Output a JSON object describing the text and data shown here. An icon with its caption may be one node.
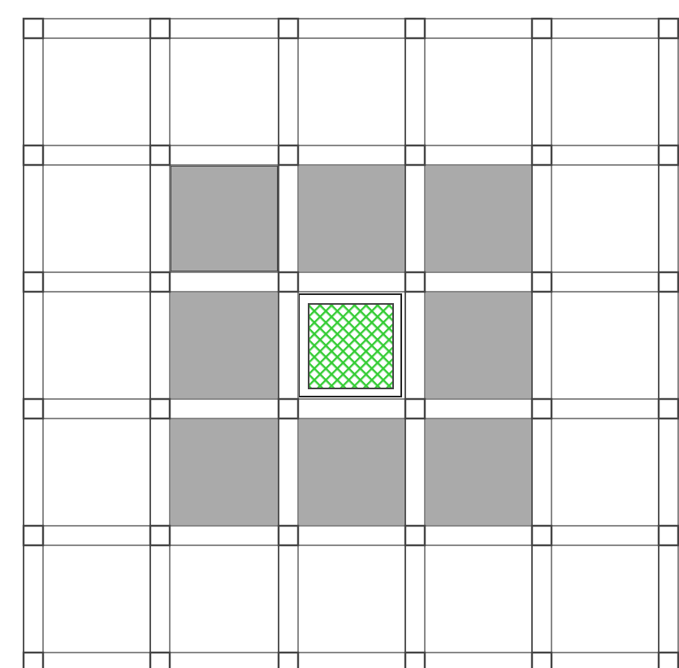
{
  "diagram": {
    "nodes": [
      {
        "text": [],
        "shape": "box"
      },
      {
        "text": [],
        "shape": "box"
      },
      {
        "text": [],
        "shape": "box"
      },
      {
        "text": [],
        "shape": "box"
      },
      {
        "text": [],
        "shape": "box"
      },
      {
        "text": [],
        "shape": "box",
        "in": 4
      },
      {
        "text": [],
        "shape": "box"
      },
      {
        "text": [],
        "shape": "box"
      },
      {
        "text": [],
        "shape": "box"
      },
      {
        "text": [],
        "shape": "box"
      }
    ]
  }
}
